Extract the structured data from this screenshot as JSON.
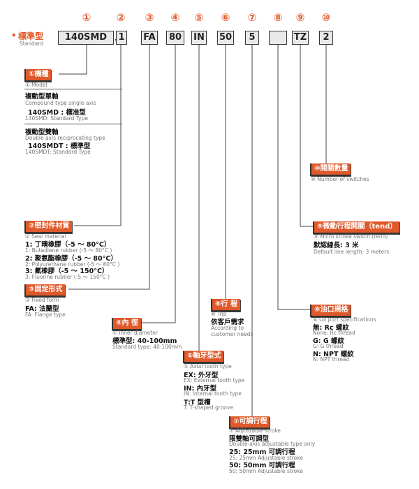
{
  "header": {
    "bullet": "•",
    "title": "標準型",
    "subtitle": "Standard",
    "dash": "-"
  },
  "fields": [
    {
      "num": "①",
      "value": "140SMD"
    },
    {
      "num": "②",
      "value": "1"
    },
    {
      "num": "③",
      "value": "FA"
    },
    {
      "num": "④",
      "value": "80"
    },
    {
      "num": "⑤",
      "value": "IN"
    },
    {
      "num": "⑥",
      "value": "50"
    },
    {
      "num": "⑦",
      "value": "5"
    },
    {
      "num": "⑧",
      "value": ""
    },
    {
      "num": "⑨",
      "value": "TZ"
    },
    {
      "num": "⑩",
      "value": "2"
    }
  ],
  "model": {
    "title": "①機種",
    "sub": "① Model",
    "l1": "複動型單軸",
    "l2": "Compound type single axis",
    "l3": "140SMD : 標准型",
    "l4": "140SMD: Standard Type",
    "l5": "複動型雙軸",
    "l6": "Double axis reciprocating type",
    "l7": "140SMDT : 標準型",
    "l8": "140SMDT: Standard Type"
  },
  "seal": {
    "title": "②密封件材質",
    "sub": "② Seal material",
    "l1": "1:  丁晴橡膠（-5 ～ 80°C）",
    "l2": "1:  Butadiene rubber (-5 ～ 80°C )",
    "l3": "2:  聚氨酯橡膠（-5 ～ 80°C）",
    "l4": "2:  Polyurethane rubber (-5 ～ 80°C )",
    "l5": "3:  氟橡膠（-5 ～ 150°C）",
    "l6": "3:  Fluorine rubber (-5 ～ 150°C )"
  },
  "fixed": {
    "title": "③固定形式",
    "sub": "③ Fixed form",
    "l1": "FA: 法蘭型",
    "l2": "FA: Flange type"
  },
  "inner": {
    "title": "④內 徑",
    "sub": "④ Inner diameter",
    "l1": "標準型: 40-100mm",
    "l2": "Standard type: 40-100mm"
  },
  "axial": {
    "title": "⑤軸牙型式",
    "sub": "⑤ Axial tooth type",
    "l1": "EX: 外牙型",
    "l2": "EX: External tooth type",
    "l3": "IN: 內牙型",
    "l4": "IN: Internal tooth type",
    "l5": "T:T 型槽",
    "l6": "T: T-shaped groove"
  },
  "trip": {
    "title": "⑥行 程",
    "sub": "⑥ Trip",
    "l1": "依客戶需求",
    "l2": "According to",
    "l3": "customer needs"
  },
  "adj": {
    "title": "⑦可調行程",
    "sub": "⑦ Adjustable stroke",
    "l1": "限雙軸可調型",
    "l2": "Double-axis adjustable type only",
    "l3": "25:  25mm 可調行程",
    "l4": "25:  25mm Adjustable stroke",
    "l5": "50:  50mm 可調行程",
    "l6": "50:  50mm Adjustable stroke"
  },
  "oil": {
    "title": "⑧油口規格",
    "sub": "⑧ Oil port specifications",
    "l1": "無: Rc 螺紋",
    "l2": "None: Rc thread",
    "l3": "G:  G 螺紋",
    "l4": "G: G thread",
    "l5": "N:  NPT 螺紋",
    "l6": "N: NPT thread"
  },
  "micro": {
    "title": "⑨微動行程開關（tend）",
    "sub": "⑨ Micro stroke switch (tend)",
    "l1": "默認線長: 3 米",
    "l2": "Default line length: 3 meters"
  },
  "switches": {
    "title": "⑩開關數量",
    "sub": "⑩ Number of switches"
  }
}
